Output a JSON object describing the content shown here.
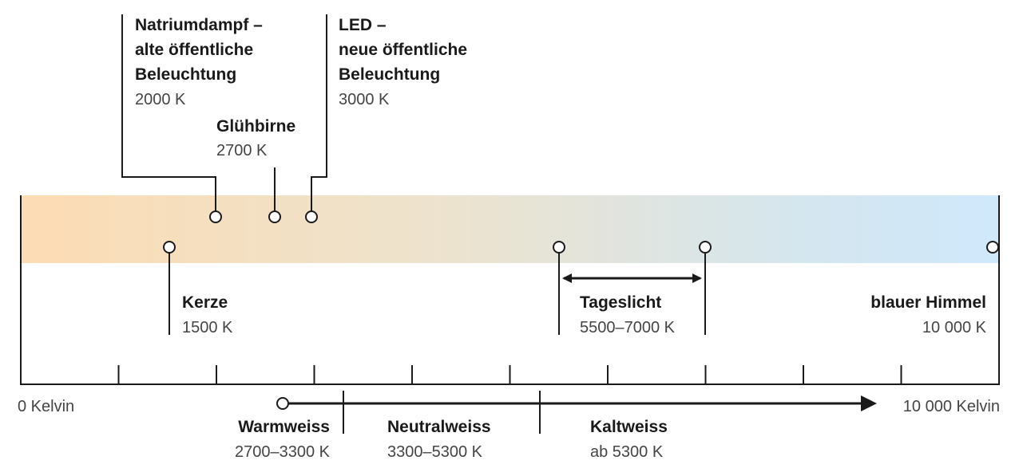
{
  "scale": {
    "min_kelvin": 0,
    "max_kelvin": 10000,
    "min_label": "0 Kelvin",
    "max_label": "10 000 Kelvin",
    "tick_step_kelvin": 1000,
    "gradient_colors": [
      "#fcdcb3",
      "#ece3cf",
      "#d4e6ef",
      "#cfe8fb"
    ]
  },
  "sources": [
    {
      "id": "natriumdampf",
      "title_lines": [
        "Natriumdampf –",
        "alte öffentliche",
        "Beleuchtung"
      ],
      "value": "2000 K",
      "kelvin": 2000
    },
    {
      "id": "gluehbirne",
      "title_lines": [
        "Glühbirne"
      ],
      "value": "2700 K",
      "kelvin": 2700
    },
    {
      "id": "led",
      "title_lines": [
        "LED –",
        "neue öffentliche",
        "Beleuchtung"
      ],
      "value": "3000 K",
      "kelvin": 3000
    },
    {
      "id": "kerze",
      "title_lines": [
        "Kerze"
      ],
      "value": "1500 K",
      "kelvin": 1500
    },
    {
      "id": "tageslicht",
      "title_lines": [
        "Tageslicht"
      ],
      "value": "5500–7000 K",
      "kelvin_from": 5500,
      "kelvin_to": 7000
    },
    {
      "id": "himmel",
      "title_lines": [
        "blauer Himmel"
      ],
      "value": "10 000 K",
      "kelvin": 10000
    }
  ],
  "categories": [
    {
      "id": "warmweiss",
      "title": "Warmweiss",
      "value": "2700–3300 K"
    },
    {
      "id": "neutralweiss",
      "title": "Neutralweiss",
      "value": "3300–5300 K"
    },
    {
      "id": "kaltweiss",
      "title": "Kaltweiss",
      "value": "ab 5300 K"
    }
  ]
}
